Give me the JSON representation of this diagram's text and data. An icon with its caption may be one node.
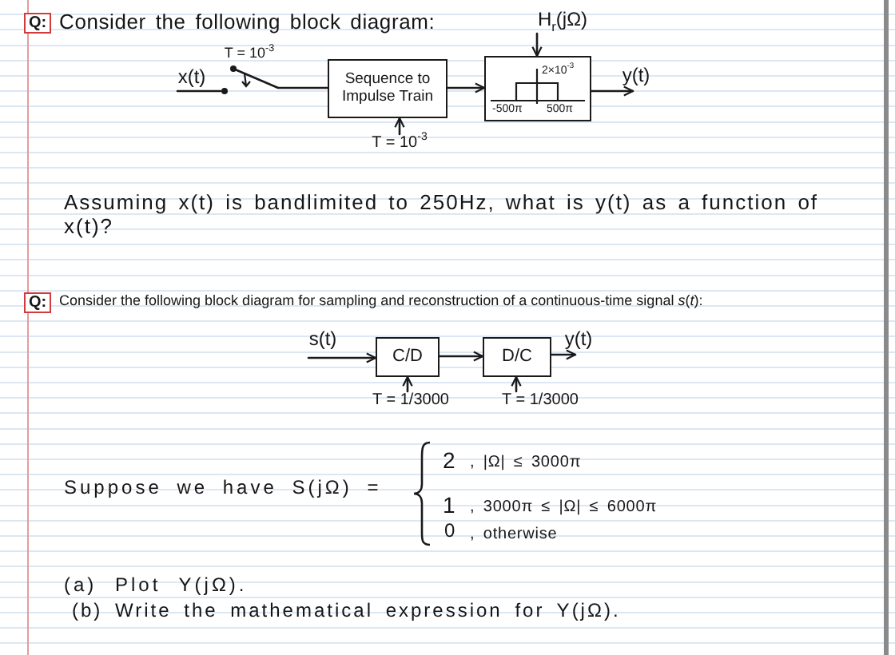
{
  "diagram": {
    "nodes": [
      {
        "text": [
          "Q:"
        ]
      },
      {
        "text": [
          "x(t)"
        ]
      },
      {
        "text": [],
        "shape": "switch",
        "beside": [
          "T = 10$^{-3}$"
        ]
      },
      {
        "text": [
          "Sequence to Impulse Train"
        ]
      },
      {
        "text": [
          "H$_{r}$(jΩ)"
        ]
      },
      {
        "text": [
          "2×10$^{-3}$",
          "-500π",
          "500π"
        ]
      },
      {
        "text": [
          "y(t)"
        ]
      },
      {
        "text": [
          "T = 10$^{-3}$"
        ]
      },
      {
        "text": [
          "Q:"
        ]
      },
      {
        "text": [
          "s(t)"
        ]
      },
      {
        "text": [
          "C/D"
        ]
      },
      {
        "text": [
          "D/C"
        ]
      },
      {
        "text": [
          "y(t)"
        ]
      },
      {
        "text": [
          "T = 1/3000"
        ]
      },
      {
        "text": [
          "T = 1/3000"
        ]
      }
    ],
    "edges": [
      {
        "from": 1,
        "to": 2,
        "arrow": "none"
      },
      {
        "from": 2,
        "to": 3,
        "arrow": "none"
      },
      {
        "from": 7,
        "to": 3,
        "arrow": "to"
      },
      {
        "from": 3,
        "to": 5,
        "arrow": "to"
      },
      {
        "from": 4,
        "to": 5,
        "arrow": "to"
      },
      {
        "from": 5,
        "to": 6,
        "arrow": "to"
      },
      {
        "from": 9,
        "to": 10,
        "arrow": "to"
      },
      {
        "from": 13,
        "to": 10,
        "arrow": "to"
      },
      {
        "from": 10,
        "to": 11,
        "arrow": "to"
      },
      {
        "from": 14,
        "to": 11,
        "arrow": "to"
      },
      {
        "from": 11,
        "to": 12,
        "arrow": "to"
      }
    ],
    "labels": [
      "Consider the following block diagram:",
      "Assuming x(t) is bandlimited to 250Hz, what is y(t) as a function of x(t)?",
      "Consider the following block diagram for sampling and reconstruction of a continuous-time signal *s*(*t*):",
      "Suppose we have S(jΩ) =",
      "2",
      ", |Ω| ≤ 3000π",
      "1",
      ", 3000π ≤ |Ω| ≤ 6000π",
      "0",
      ", otherwise",
      "(a) Plot Y(jΩ).",
      "(b) Write the mathematical expression for Y(jΩ)."
    ]
  }
}
